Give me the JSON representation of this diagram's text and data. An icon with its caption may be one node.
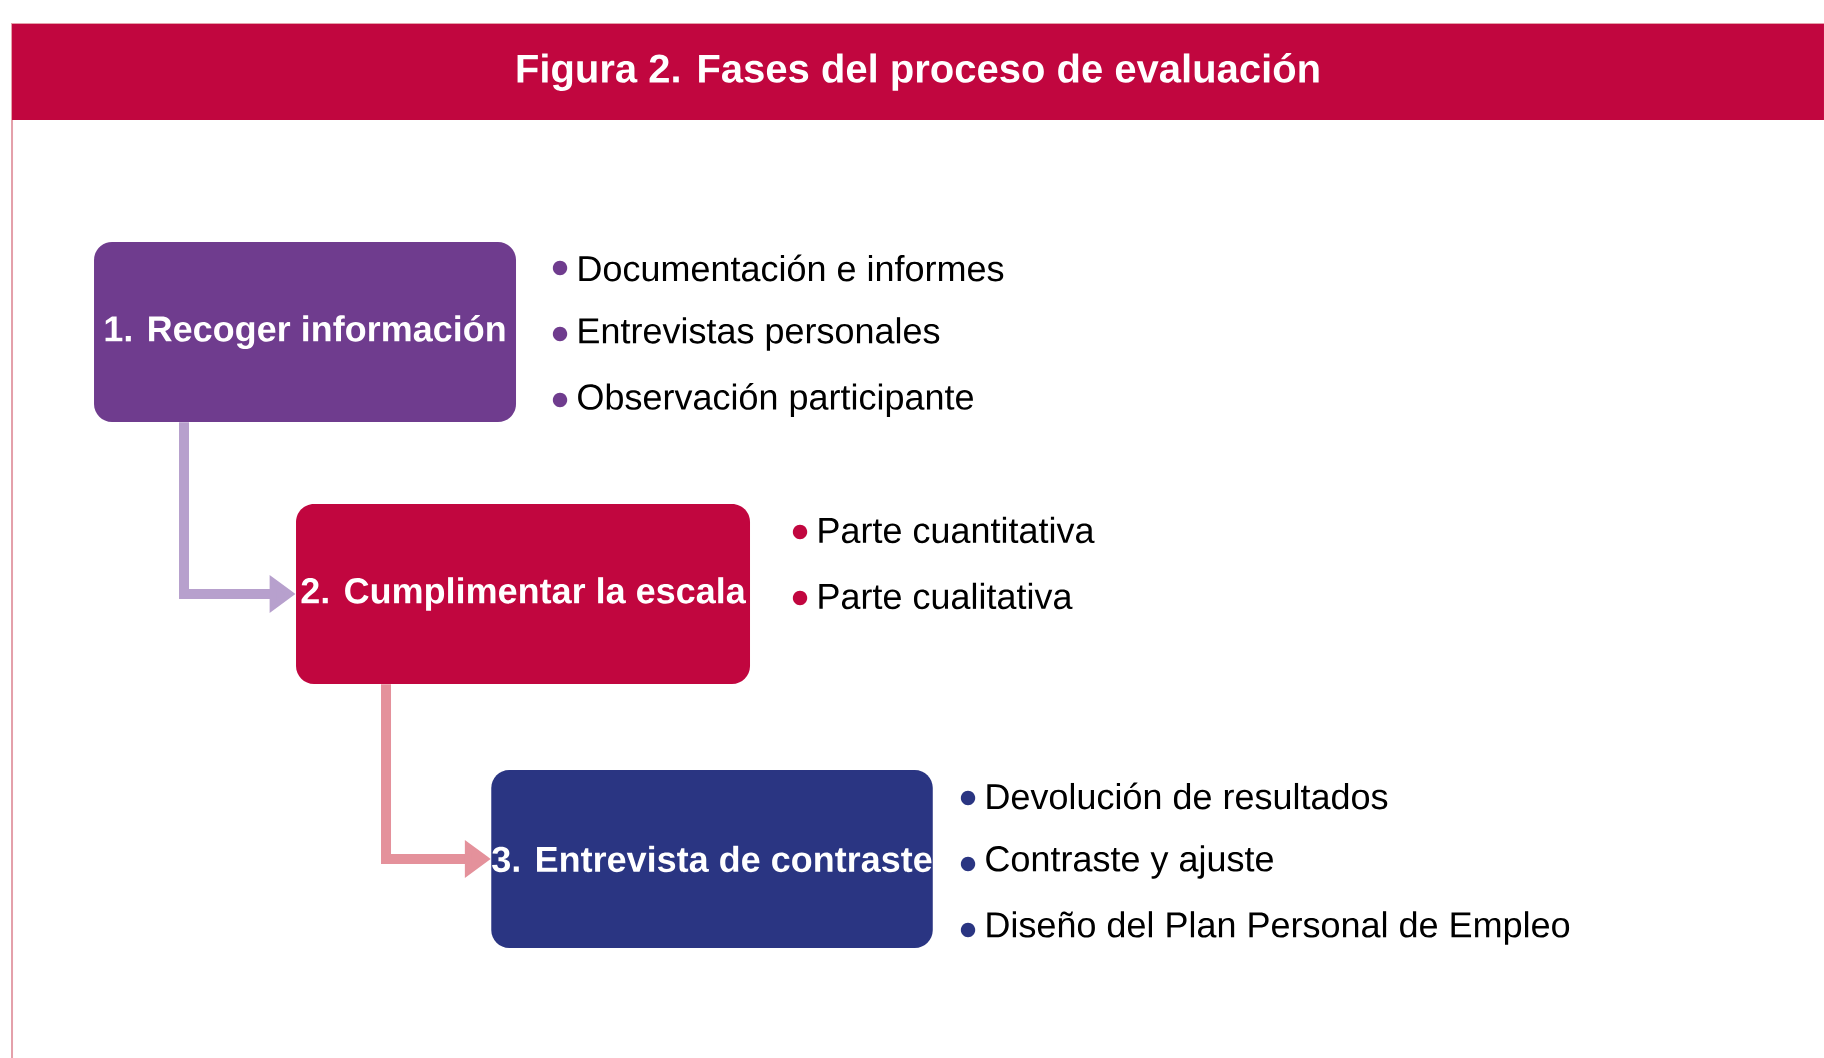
{
  "diagram": {
    "title": "Figura 2. Fases del proceso de evaluación",
    "nodes": [
      {
        "text": [
          "1. Recoger información"
        ],
        "beside": [
          "Documentación e informes",
          "Entrevistas personales",
          "Observación participante"
        ]
      },
      {
        "text": [
          "2. Cumplimentar la escala"
        ],
        "beside": [
          "Parte cuantitativa",
          "Parte cualitativa"
        ]
      },
      {
        "text": [
          "3. Entrevista de contraste"
        ],
        "beside": [
          "Devolución de resultados",
          "Contraste y ajuste",
          "Diseño del Plan Personal de Empleo"
        ]
      }
    ],
    "edges": [
      {
        "from": 0,
        "to": 1,
        "arrow": "to",
        "color": "#b7a0cd"
      },
      {
        "from": 1,
        "to": 2,
        "arrow": "to",
        "color": "#e4919b"
      }
    ]
  }
}
